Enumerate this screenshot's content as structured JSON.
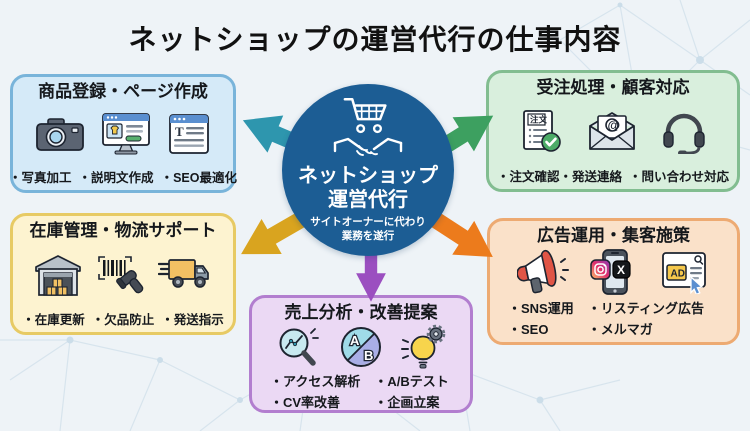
{
  "title": "ネットショップの運営代行の仕事内容",
  "center": {
    "bg_color": "#1c5d94",
    "line1": "ネットショップ",
    "line2": "運営代行",
    "sub1": "サイトオーナーに代わり",
    "sub2": "業務を遂行",
    "icons": [
      "shopping-cart-icon",
      "handshake-icon"
    ]
  },
  "boxes": {
    "products": {
      "title": "商品登録・ページ作成",
      "bullets": [
        "・写真加工",
        "・説明文作成",
        "・SEO最適化"
      ],
      "icons": [
        "camera-icon",
        "product-page-monitor-icon",
        "text-document-icon"
      ],
      "bg": "#d5eaf8",
      "border": "#79b4da",
      "arrow_color": "#2e96ae"
    },
    "orders": {
      "title": "受注処理・顧客対応",
      "bullets": [
        "・注文確認・発送連絡",
        "・問い合わせ対応"
      ],
      "icons": [
        "order-sheet-icon",
        "email-icon",
        "headset-icon"
      ],
      "bg": "#d9efdd",
      "border": "#82bd90",
      "arrow_color": "#3da060"
    },
    "inventory": {
      "title": "在庫管理・物流サポート",
      "bullets": [
        "・在庫更新",
        "・欠品防止",
        "・発送指示"
      ],
      "icons": [
        "warehouse-icon",
        "barcode-scanner-icon",
        "delivery-truck-icon"
      ],
      "bg": "#fdf3d0",
      "border": "#e7ca64",
      "arrow_color": "#d9a41f"
    },
    "ads": {
      "title": "広告運用・集客施策",
      "bullets_col1": [
        "・SNS運用",
        "・SEO"
      ],
      "bullets_col2": [
        "・リスティング広告",
        "・メルマガ"
      ],
      "icons": [
        "megaphone-icon",
        "sns-phone-icon",
        "listing-ad-icon"
      ],
      "bg": "#fae1c9",
      "border": "#edaa72",
      "arrow_color": "#ec7b1c"
    },
    "analytics": {
      "title": "売上分析・改善提案",
      "bullets_col1": [
        "・アクセス解析",
        "・CV率改善"
      ],
      "bullets_col2": [
        "・A/Bテスト",
        "・企画立案"
      ],
      "icons": [
        "analytics-magnifier-icon",
        "ab-test-icon",
        "idea-bulb-gear-icon"
      ],
      "bg": "#ebd9f4",
      "border": "#b27ecf",
      "arrow_color": "#9b4fc0"
    }
  },
  "icon_labels": {
    "t": "T",
    "order": "注文",
    "at": "@",
    "ad": "AD",
    "a": "A",
    "b": "B",
    "x": "X"
  }
}
